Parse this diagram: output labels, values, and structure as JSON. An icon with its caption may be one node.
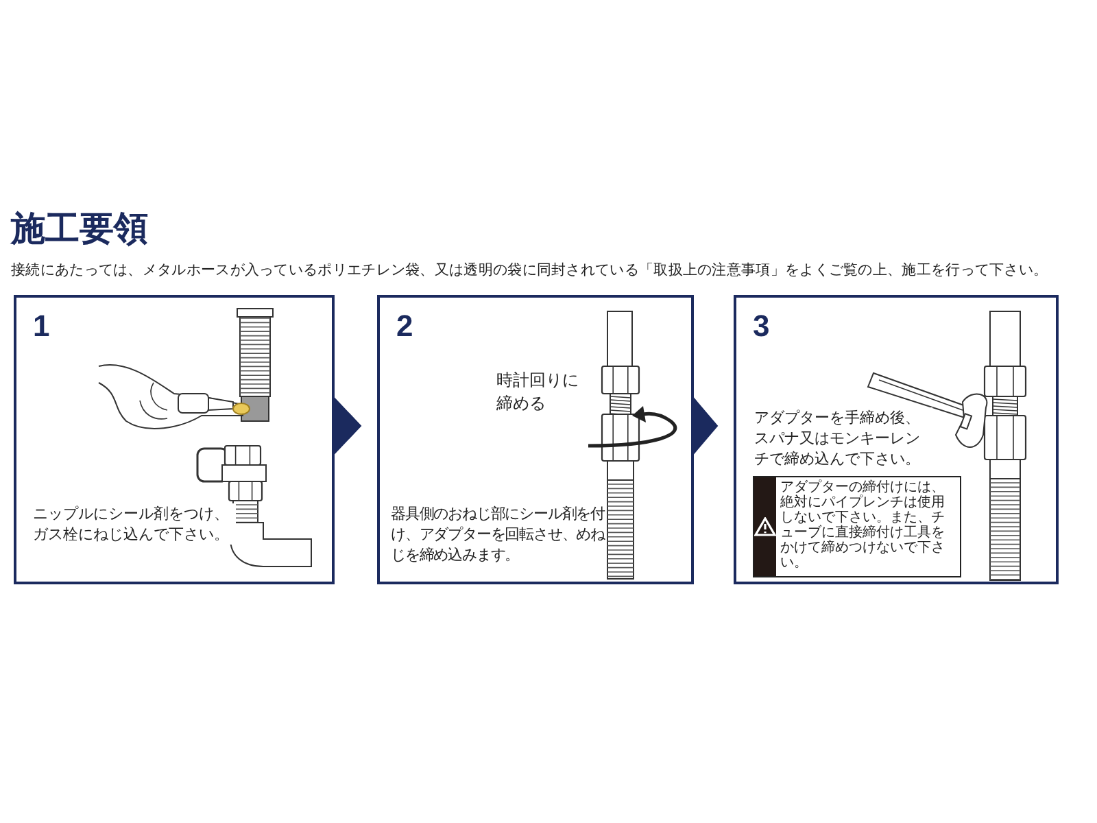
{
  "diagram": {
    "title": "施工要領",
    "nodes": [
      {
        "text": [
          "1",
          "ニップルにシール剤をつけ、ガス栓にねじ込んで下さい。"
        ]
      },
      {
        "text": [
          "2",
          "時計回りに締める",
          "器具側のおねじ部にシール剤を付け、アダプターを回転させ、めねじを締め込みます。"
        ]
      },
      {
        "text": [
          "3",
          "アダプターを手締め後、スパナ又はモンキーレンチで締め込んで下さい。"
        ]
      },
      {
        "text": [
          "アダプターの締付けには、絶対にパイプレンチは使用しないで下さい。また、チューブに直接締付け工具をかけて締めつけないで下さい。"
        ],
        "in": 2
      }
    ],
    "edges": [
      {
        "from": 0,
        "to": 1,
        "arrow": "to"
      },
      {
        "from": 1,
        "to": 2,
        "arrow": "to"
      }
    ],
    "labels": [
      "接続にあたっては、メタルホースが入っているポリエチレン袋、又は透明の袋に同封されている「取扱上の注意事項」をよくご覧の上、施工を行って下さい。"
    ]
  }
}
